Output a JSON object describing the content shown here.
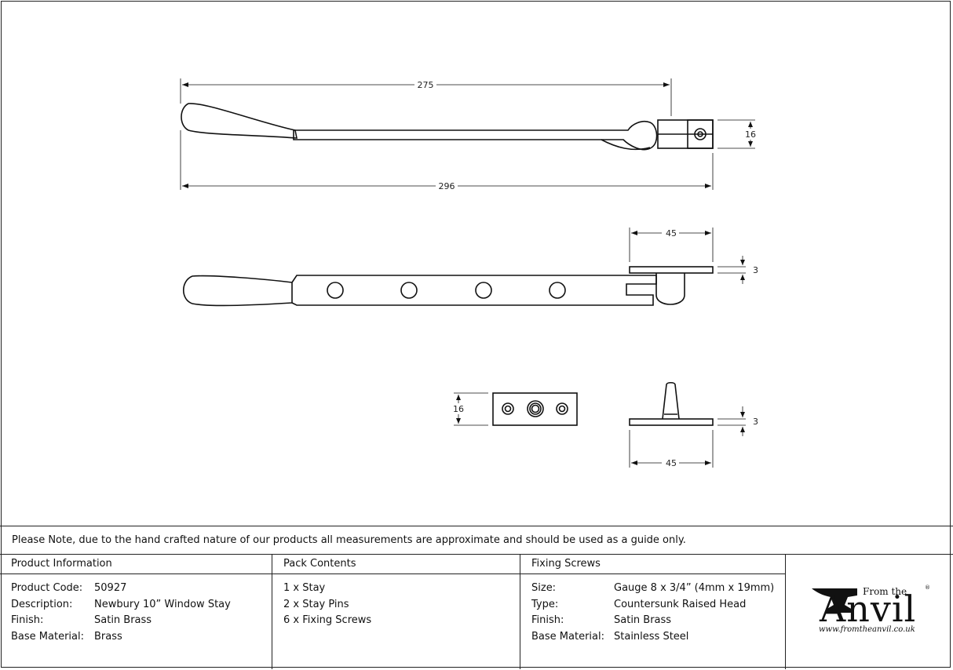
{
  "dimensions": {
    "top_length_275": "275",
    "top_height_16": "16",
    "top_length_296": "296",
    "side_bracket_45": "45",
    "side_bracket_3": "3",
    "plate_height_16": "16",
    "pin_plate_3": "3",
    "pin_plate_45": "45"
  },
  "note": "Please Note, due to the hand crafted nature of our products all measurements are approximate and should be used as a guide only.",
  "product_info": {
    "heading": "Product Information",
    "rows": [
      {
        "label": "Product Code:",
        "value": "50927"
      },
      {
        "label": "Description:",
        "value": "Newbury 10” Window Stay"
      },
      {
        "label": "Finish:",
        "value": "Satin Brass"
      },
      {
        "label": "Base Material:",
        "value": "Brass"
      }
    ]
  },
  "pack_contents": {
    "heading": "Pack Contents",
    "items": [
      "1 x Stay",
      "2 x Stay Pins",
      "6 x Fixing Screws"
    ]
  },
  "fixing_screws": {
    "heading": "Fixing Screws",
    "rows": [
      {
        "label": "Size:",
        "value": "Gauge 8 x 3/4” (4mm x 19mm)"
      },
      {
        "label": "Type:",
        "value": "Countersunk Raised Head"
      },
      {
        "label": "Finish:",
        "value": "Satin Brass"
      },
      {
        "label": "Base Material:",
        "value": "Stainless Steel"
      }
    ]
  },
  "logo": {
    "from_the": "From the",
    "anvil": "Anvil",
    "registered": "®",
    "url": "www.fromtheanvil.co.uk"
  }
}
